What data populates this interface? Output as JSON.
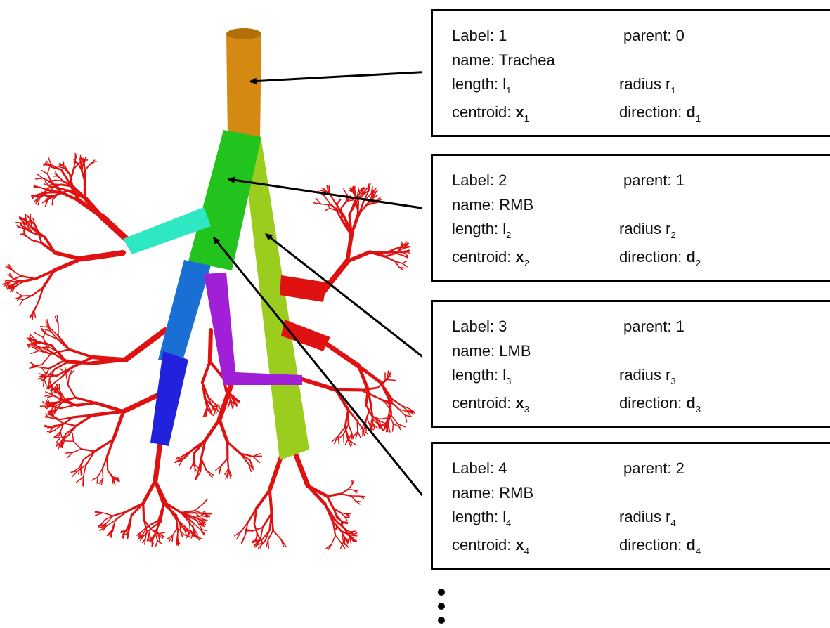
{
  "colors": {
    "trachea": "#d48a12",
    "rmb": "#22c31c",
    "lmb": "#9acd1e",
    "upper_lobe": "#2ee8c4",
    "intermediate": "#1a6fd4",
    "lower": "#2222dd",
    "middle": "#a11fd6",
    "peripheral": "#e01111"
  },
  "ellipsis_icon": "vertical-dots",
  "segments": [
    {
      "label_key": "Label:",
      "label_val": "1",
      "parent_key": "parent:",
      "parent_val": "0",
      "name_key": "name:",
      "name_val": "Trachea",
      "length_key": "length:",
      "length_sym": "l",
      "radius_key": "radius",
      "radius_sym": "r",
      "centroid_key": "centroid:",
      "centroid_sym": "x",
      "direction_key": "direction:",
      "direction_sym": "d",
      "sub": "1"
    },
    {
      "label_key": "Label:",
      "label_val": "2",
      "parent_key": "parent:",
      "parent_val": "1",
      "name_key": "name:",
      "name_val": "RMB",
      "length_key": "length:",
      "length_sym": "l",
      "radius_key": "radius",
      "radius_sym": "r",
      "centroid_key": "centroid:",
      "centroid_sym": "x",
      "direction_key": "direction:",
      "direction_sym": "d",
      "sub": "2"
    },
    {
      "label_key": "Label:",
      "label_val": "3",
      "parent_key": "parent:",
      "parent_val": "1",
      "name_key": "name:",
      "name_val": "LMB",
      "length_key": "length:",
      "length_sym": "l",
      "radius_key": "radius",
      "radius_sym": "r",
      "centroid_key": "centroid:",
      "centroid_sym": "x",
      "direction_key": "direction:",
      "direction_sym": "d",
      "sub": "3"
    },
    {
      "label_key": "Label:",
      "label_val": "4",
      "parent_key": "parent:",
      "parent_val": "2",
      "name_key": "name:",
      "name_val": "RMB",
      "length_key": "length:",
      "length_sym": "l",
      "radius_key": "radius",
      "radius_sym": "r",
      "centroid_key": "centroid:",
      "centroid_sym": "x",
      "direction_key": "direction:",
      "direction_sym": "d",
      "sub": "4"
    }
  ]
}
